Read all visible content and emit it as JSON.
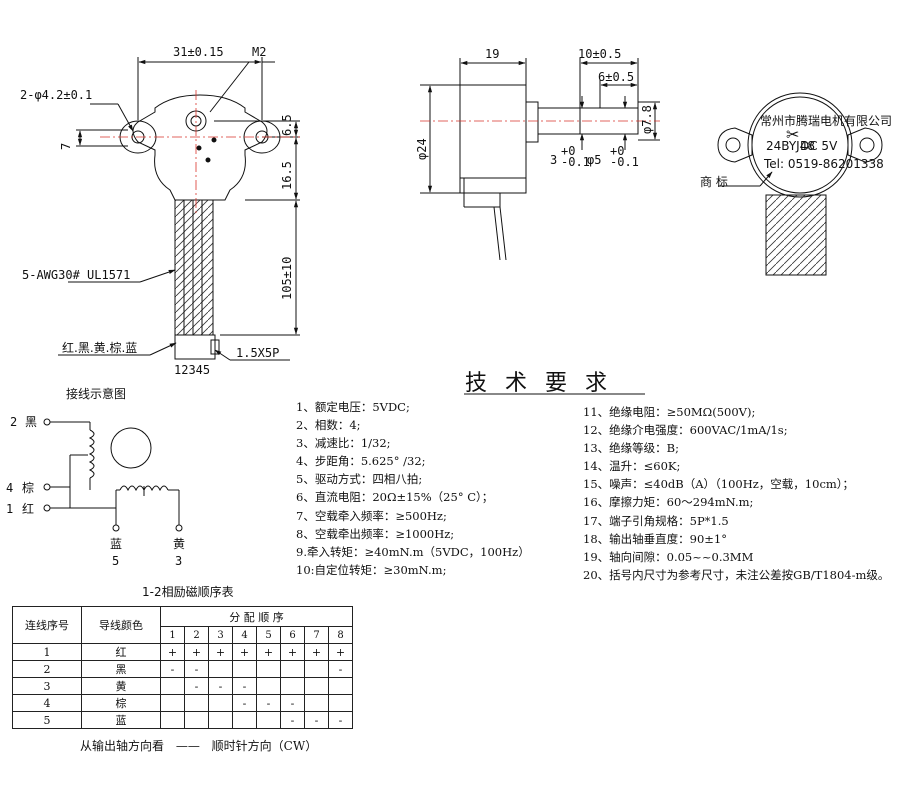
{
  "front_view": {
    "dim_width": "31±0.15",
    "dim_m2": "M2",
    "dim_holes": "2-φ4.2±0.1",
    "dim_7": "7",
    "dim_6_5": "6.5",
    "dim_16_5": "16.5",
    "dim_105": "105±10",
    "wire_spec": "5-AWG30# UL1571",
    "wire_colors": "红.黑.黄.棕.蓝",
    "connector_spec": "1.5X5P",
    "pin_numbers": "12345"
  },
  "side_view": {
    "dim_19": "19",
    "dim_10": "10±0.5",
    "dim_6": "6±0.5",
    "dim_24": "φ24",
    "dim_8": "φ7.8",
    "dim_3": "3",
    "dim_3_tol_upper": "+0",
    "dim_3_tol_lower": "-0.1",
    "dim_5": "φ5",
    "dim_5_tol_upper": "+0",
    "dim_5_tol_lower": "-0.1"
  },
  "label_view": {
    "trademark_label": "商 标",
    "label_line1": "常州市腾瑞电机有限公司",
    "label_model": "24BYJ48",
    "label_voltage": "DC 5V",
    "label_tel": "Tel: 0519-86201338"
  },
  "wiring": {
    "title": "接线示意图",
    "lead2_num": "2",
    "lead2_color": "黑",
    "lead4_num": "4",
    "lead4_color": "棕",
    "lead1_num": "1",
    "lead1_color": "红",
    "lead5_color": "蓝",
    "lead5_num": "5",
    "lead3_color": "黄",
    "lead3_num": "3"
  },
  "requirements": {
    "title": "技术要求",
    "left": [
      "1、额定电压：5VDC;",
      "2、相数：4;",
      "3、减速比：1/32;",
      "4、步距角：5.625° /32;",
      "5、驱动方式：四相八拍;",
      "6、直流电阻：20Ω±15%（25° C）；",
      "7、空载牵入频率：≥500Hz;",
      "8、空载牵出频率：≥1000Hz;",
      "9.牵入转矩：≥40mN.m（5VDC，100Hz）",
      "10:自定位转矩：≥30mN.m;"
    ],
    "right": [
      "11、绝缘电阻：≥50MΩ(500V);",
      "12、绝缘介电强度：600VAC/1mA/1s;",
      "13、绝缘等级：B;",
      "14、温升：≤60K;",
      "15、噪声：≤40dB（A）（100Hz，空载，10cm）；",
      "16、摩擦力矩：60～294mN.m;",
      "17、端子引角规格：5P*1.5",
      "18、输出轴垂直度：90±1°",
      "19、轴向间隙：0.05~~0.3MM",
      "20、括号内尺寸为参考尺寸，未注公差按GB/T1804-m级。"
    ]
  },
  "sequence_table": {
    "title": "1-2相励磁顺序表",
    "col_lead_no": "连线序号",
    "col_lead_color": "导线颜色",
    "col_sequence": "分 配 顺 序",
    "steps": [
      "1",
      "2",
      "3",
      "4",
      "5",
      "6",
      "7",
      "8"
    ],
    "rows": [
      {
        "no": "1",
        "color": "红",
        "cells": [
          "+",
          "+",
          "+",
          "+",
          "+",
          "+",
          "+",
          "+"
        ]
      },
      {
        "no": "2",
        "color": "黑",
        "cells": [
          "-",
          "-",
          "",
          "",
          "",
          "",
          "",
          "-"
        ]
      },
      {
        "no": "3",
        "color": "黄",
        "cells": [
          "",
          "-",
          "-",
          "-",
          "",
          "",
          "",
          ""
        ]
      },
      {
        "no": "4",
        "color": "棕",
        "cells": [
          "",
          "",
          "",
          "-",
          "-",
          "-",
          "",
          ""
        ]
      },
      {
        "no": "5",
        "color": "蓝",
        "cells": [
          "",
          "",
          "",
          "",
          "",
          "-",
          "-",
          "-"
        ]
      }
    ],
    "footnote_left": "从输出轴方向看",
    "footnote_dash": "——",
    "footnote_right": "顺时针方向（CW）"
  },
  "colors": {
    "line": "#111111",
    "centerline": "#d9342b",
    "background": "#ffffff"
  }
}
